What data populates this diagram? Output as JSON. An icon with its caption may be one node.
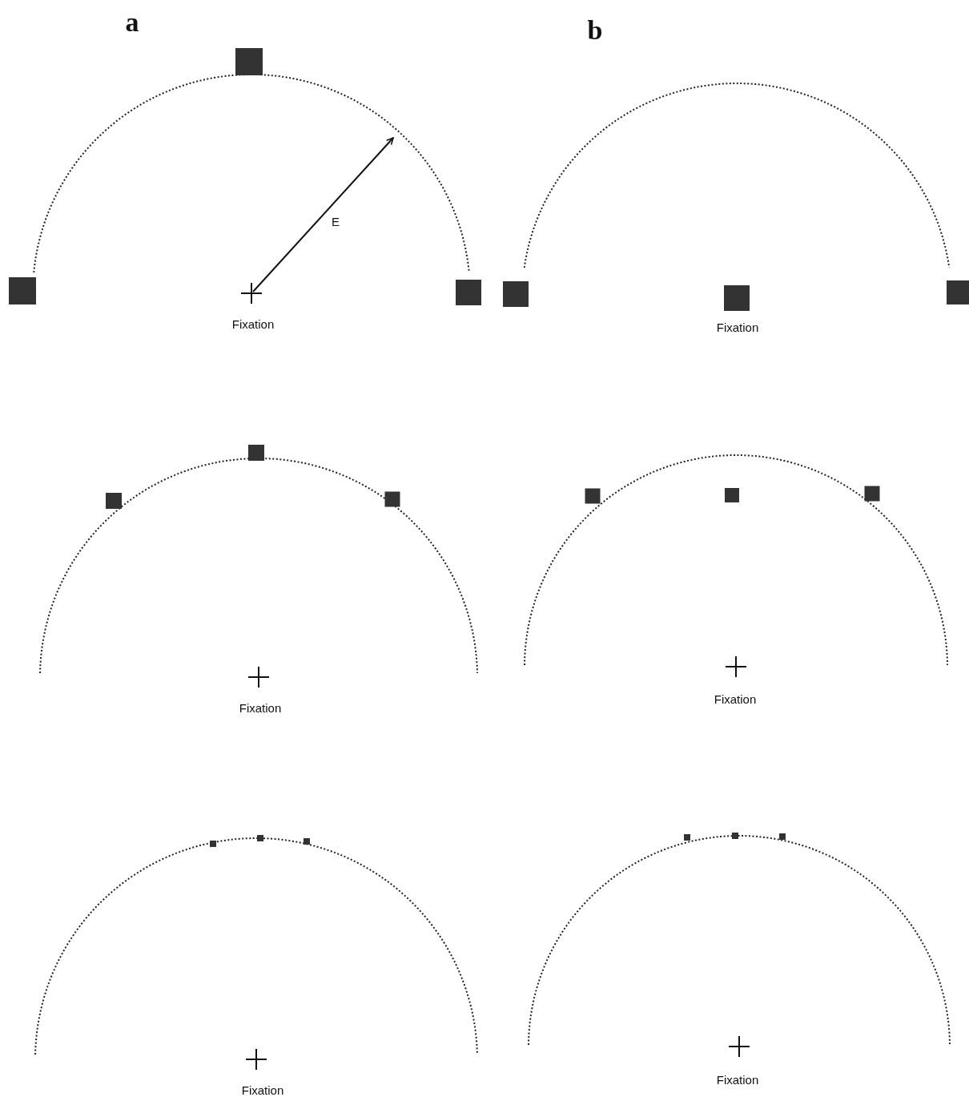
{
  "diagram": {
    "labels": [
      "a",
      "b",
      "E",
      "Fixation",
      "Fixation",
      "Fixation",
      "Fixation",
      "Fixation",
      "Fixation"
    ]
  }
}
